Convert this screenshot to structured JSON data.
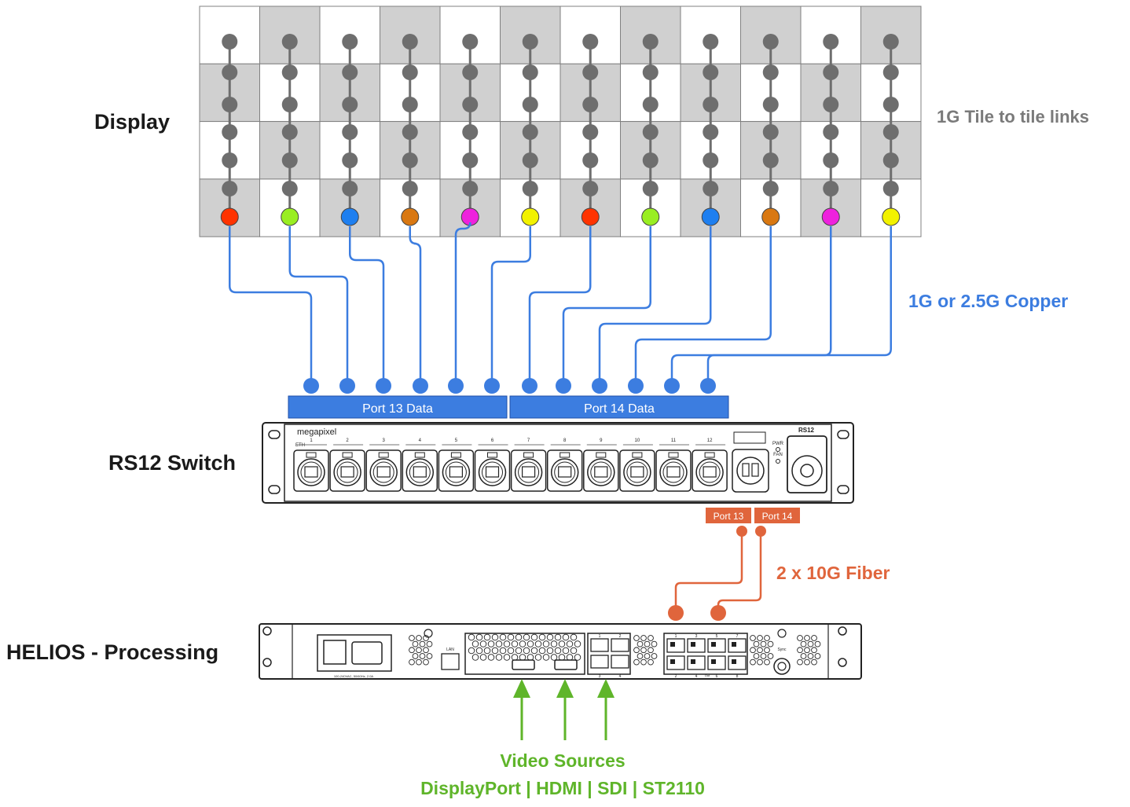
{
  "labels": {
    "display": "Display",
    "rs12_switch": "RS12 Switch",
    "helios": "HELIOS - Processing",
    "tile_links": "1G Tile to tile links",
    "copper": "1G or 2.5G Copper",
    "fiber": "2 x 10G Fiber",
    "video_sources": "Video Sources",
    "video_inputs": "DisplayPort | HDMI | SDI | ST2110"
  },
  "switch": {
    "brand": "megapixel",
    "model": "RS12",
    "eth_label": "ETH",
    "port_numbers": [
      "1",
      "2",
      "3",
      "4",
      "5",
      "6",
      "7",
      "8",
      "9",
      "10",
      "11",
      "12"
    ],
    "pwr_label": "PWR",
    "fan_label": "FAN",
    "port13_data_label": "Port 13 Data",
    "port14_data_label": "Port 14 Data",
    "port13_label": "Port 13",
    "port14_label": "Port 14"
  },
  "display": {
    "columns": 12,
    "rows": 4,
    "tile_colors": [
      "#ffffff",
      "#d0d0d0"
    ],
    "node_color": "#6e6e6e",
    "data_dot_colors": [
      "#ff3300",
      "#99ee22",
      "#1e7ff0",
      "#d97812",
      "#ee22dd",
      "#f2f200",
      "#ff3300",
      "#99ee22",
      "#1e7ff0",
      "#d97812",
      "#ee22dd",
      "#f2f200"
    ]
  },
  "helios": {
    "lan_label": "LAN",
    "sync_label": "Sync",
    "input_numbers_top": [
      "1",
      "2"
    ],
    "input_numbers_bottom": [
      "3",
      "4"
    ],
    "fiber_numbers_top": [
      "1",
      "3",
      "5",
      "7"
    ],
    "fiber_numbers_bottom": [
      "2",
      "4",
      "6",
      "8"
    ],
    "fiber_out_label": "Out",
    "power_label": "100-240VAC, 50/60Hz, 2.0A"
  },
  "colors": {
    "copper_line": "#3c7de0",
    "fiber_line": "#e0653c",
    "video_arrow": "#5fb52a",
    "port_bar": "#3c7de0"
  }
}
